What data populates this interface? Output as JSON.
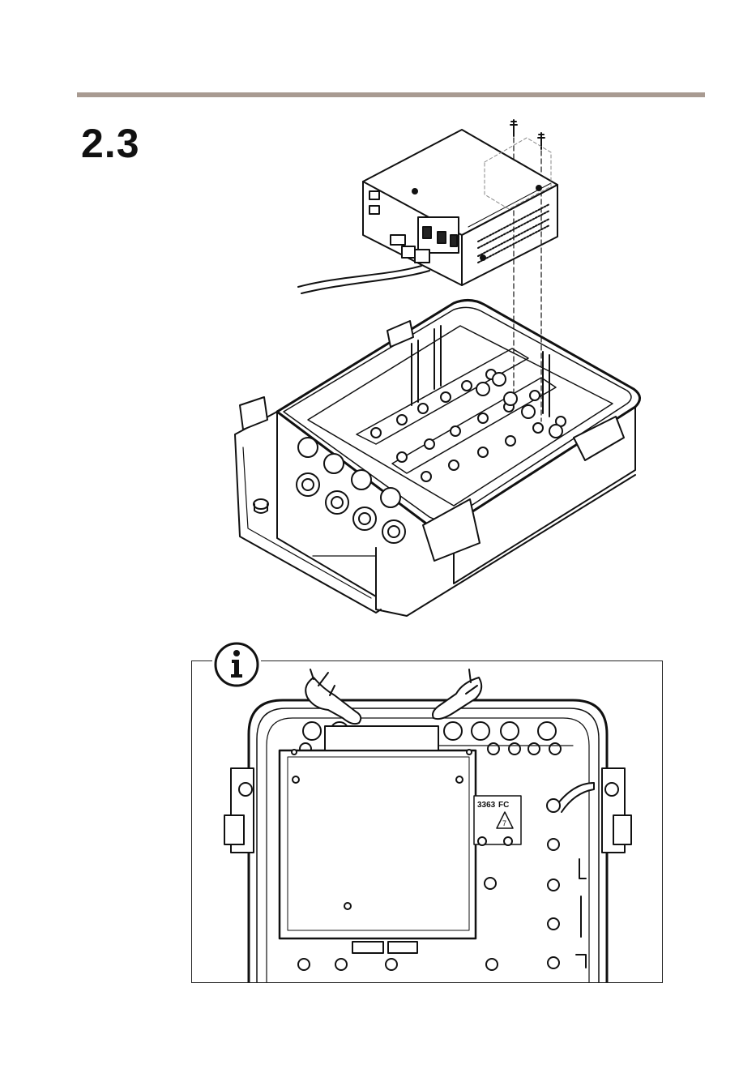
{
  "section": {
    "step_number": "2.3"
  },
  "figures": {
    "top_illustration": "mount-power-unit-into-enclosure",
    "note_illustration": "press-unit-into-place",
    "info_icon": "info-icon"
  },
  "note": {
    "label_line1": "3363",
    "label_fc": "FC",
    "label_num": "7"
  },
  "colors": {
    "rule": "#a89a91",
    "ink": "#111111"
  }
}
